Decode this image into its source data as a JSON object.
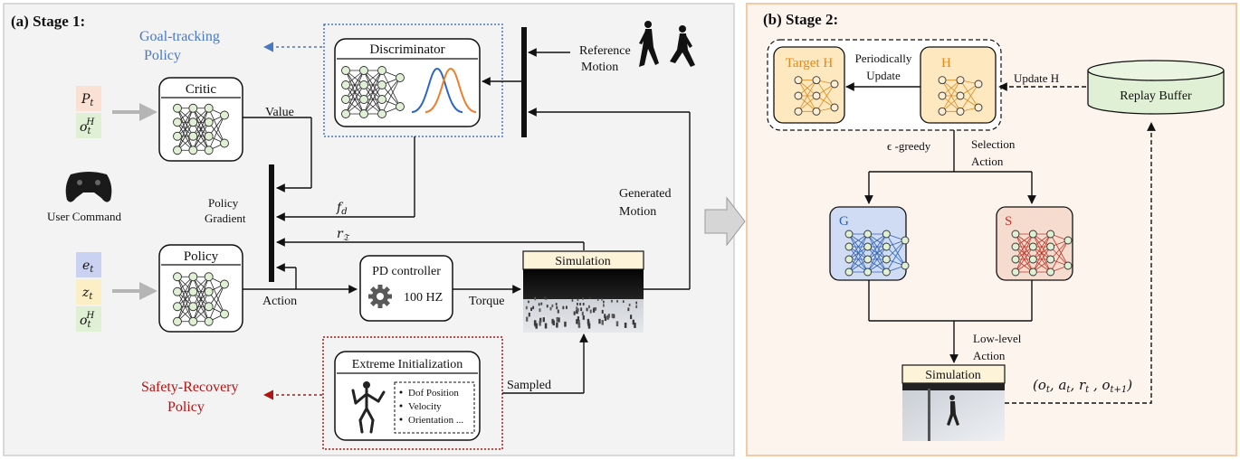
{
  "stage1": {
    "title": "(a) Stage 1:",
    "goal_tracking_policy": [
      "Goal-tracking",
      "Policy"
    ],
    "safety_recovery_policy": [
      "Safety-Recovery",
      "Policy"
    ],
    "critic": {
      "title": "Critic",
      "input_p": "P",
      "input_p_sub": "t",
      "input_o": "o",
      "input_o_sub": "t",
      "input_o_sup": "H"
    },
    "value_label": "Value",
    "user_command": "User Command",
    "policy_gradient": [
      "Policy",
      "Gradient"
    ],
    "policy": {
      "title": "Policy",
      "input_e": "e",
      "input_e_sub": "t",
      "input_z": "z",
      "input_z_sub": "t",
      "input_o": "o",
      "input_o_sub": "t",
      "input_o_sup": "H"
    },
    "action_label": "Action",
    "discriminator": "Discriminator",
    "reference_motion": [
      "Reference",
      "Motion"
    ],
    "generated_motion": [
      "Generated",
      "Motion"
    ],
    "f_d": "f",
    "f_d_sub": "d",
    "r_label": "r",
    "r_sub": "𝔗",
    "pd_controller": {
      "title": "PD controller",
      "freq": "100 HZ"
    },
    "torque_label": "Torque",
    "simulation": "Simulation",
    "extreme_init": {
      "title": "Extreme Initialization",
      "items": [
        "Dof Position",
        "Velocity",
        "Orientation ..."
      ]
    },
    "sampled_label": "Sampled"
  },
  "stage2": {
    "title": "(b) Stage 2:",
    "target_h": "Target H",
    "h": "H",
    "periodically_update": [
      "Periodically",
      "Update"
    ],
    "update_h": "Update H",
    "replay_buffer": "Replay Buffer",
    "epsilon_greedy": "ϵ -greedy",
    "selection_action": [
      "Selection",
      "Action"
    ],
    "g": "G",
    "s": "S",
    "low_level_action": [
      "Low-level",
      "Action"
    ],
    "simulation": "Simulation",
    "transition": "(o",
    "transition_parts": [
      "t",
      ", a",
      "t",
      ", r",
      "t",
      " , o",
      "t+1",
      ")"
    ]
  },
  "colors": {
    "stage1_bg": "#f3f3f3",
    "stage2_bg": "#fdf4ee",
    "stage2_border": "#f4c9a4",
    "goal_blue": "#4a78c2",
    "safety_red": "#b01515",
    "target_h_text": "#e08a1c",
    "h_fill": "#fde8bf",
    "g_fill": "#cfdcf3",
    "s_fill": "#f6dccf",
    "s_text": "#c0392b",
    "g_text": "#2f62b5",
    "replay_fill": "#dff0d5"
  }
}
